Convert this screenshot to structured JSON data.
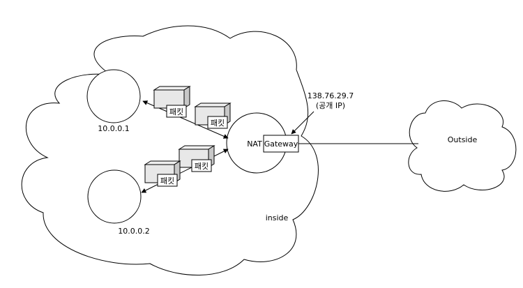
{
  "clouds": {
    "inside_label": "inside",
    "outside_label": "Outside"
  },
  "hosts": [
    {
      "label": "10.0.0.1"
    },
    {
      "label": "10.0.0.2"
    }
  ],
  "nat": {
    "label": "NAT",
    "gateway_label": "Gateway"
  },
  "public_ip": {
    "address": "138.76.29.7",
    "note": "(공개 IP)"
  },
  "packets": [
    {
      "label": "패킷"
    },
    {
      "label": "패킷"
    },
    {
      "label": "패킷"
    },
    {
      "label": "패킷"
    }
  ]
}
